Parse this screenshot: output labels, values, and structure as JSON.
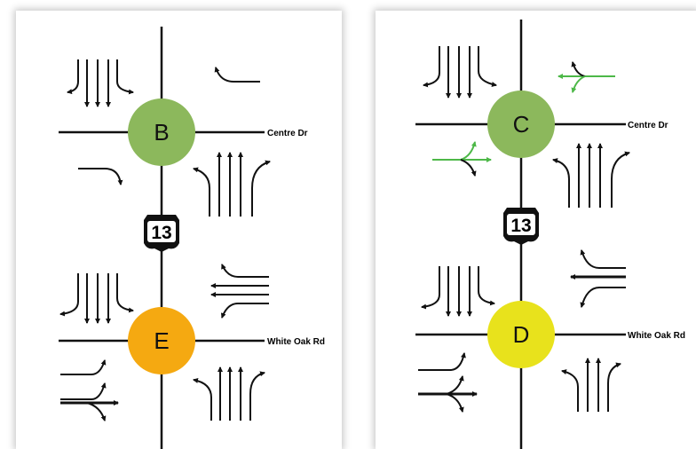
{
  "diagram": {
    "panels": [
      {
        "node_top": {
          "label": "B",
          "color": "#8cb85c"
        },
        "node_bottom": {
          "label": "E",
          "color": "#f5a911"
        },
        "route_shield": "13",
        "road_top": "Centre Dr",
        "road_bottom": "White Oak Rd"
      },
      {
        "node_top": {
          "label": "C",
          "color": "#8cb85c"
        },
        "node_bottom": {
          "label": "D",
          "color": "#e8e21c"
        },
        "route_shield": "13",
        "road_top": "Centre Dr",
        "road_bottom": "White Oak Rd"
      }
    ],
    "colors": {
      "lines": "#111111",
      "highlight_arrows": "#4db848"
    }
  }
}
